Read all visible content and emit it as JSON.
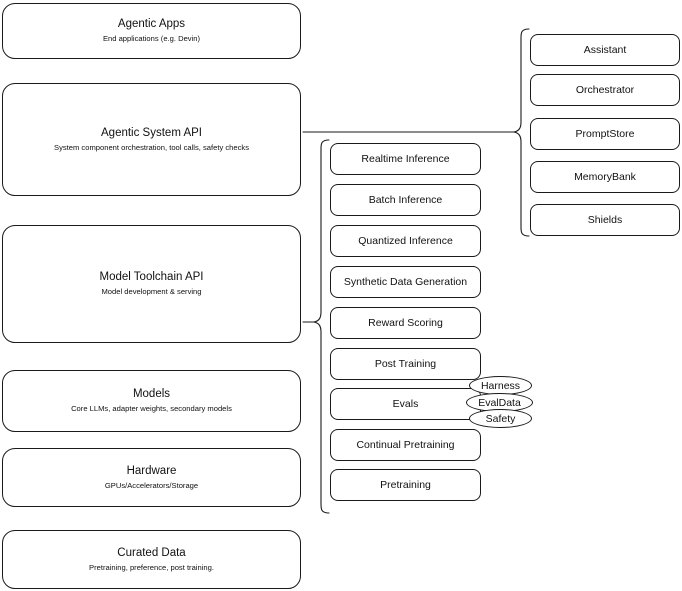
{
  "diagram": {
    "type": "layered-architecture-diagram",
    "background_color": "#ffffff",
    "stroke_color": "#1a1a1a"
  },
  "layers": [
    {
      "id": "agentic-apps",
      "title": "Agentic Apps",
      "subtitle": "End applications (e.g. Devin)"
    },
    {
      "id": "agentic-system-api",
      "title": "Agentic System API",
      "subtitle": "System component orchestration, tool calls, safety checks"
    },
    {
      "id": "model-toolchain-api",
      "title": "Model Toolchain API",
      "subtitle": "Model development & serving"
    },
    {
      "id": "models",
      "title": "Models",
      "subtitle": "Core LLMs, adapter weights, secondary models"
    },
    {
      "id": "hardware",
      "title": "Hardware",
      "subtitle": "GPUs/Accelerators/Storage"
    },
    {
      "id": "curated-data",
      "title": "Curated Data",
      "subtitle": "Pretraining, preference, post training."
    }
  ],
  "toolchain_capabilities": [
    {
      "id": "realtime-inference",
      "label": "Realtime Inference"
    },
    {
      "id": "batch-inference",
      "label": "Batch Inference"
    },
    {
      "id": "quantized-inference",
      "label": "Quantized Inference"
    },
    {
      "id": "synthetic-data-generation",
      "label": "Synthetic Data Generation"
    },
    {
      "id": "reward-scoring",
      "label": "Reward Scoring"
    },
    {
      "id": "post-training",
      "label": "Post Training"
    },
    {
      "id": "evals",
      "label": "Evals"
    },
    {
      "id": "continual-pretraining",
      "label": "Continual Pretraining"
    },
    {
      "id": "pretraining",
      "label": "Pretraining"
    }
  ],
  "evals_tags": [
    {
      "id": "harness",
      "label": "Harness"
    },
    {
      "id": "evaldata",
      "label": "EvalData"
    },
    {
      "id": "safety",
      "label": "Safety"
    }
  ],
  "system_components": [
    {
      "id": "assistant",
      "label": "Assistant"
    },
    {
      "id": "orchestrator",
      "label": "Orchestrator"
    },
    {
      "id": "promptstore",
      "label": "PromptStore"
    },
    {
      "id": "memorybank",
      "label": "MemoryBank"
    },
    {
      "id": "shields",
      "label": "Shields"
    }
  ]
}
